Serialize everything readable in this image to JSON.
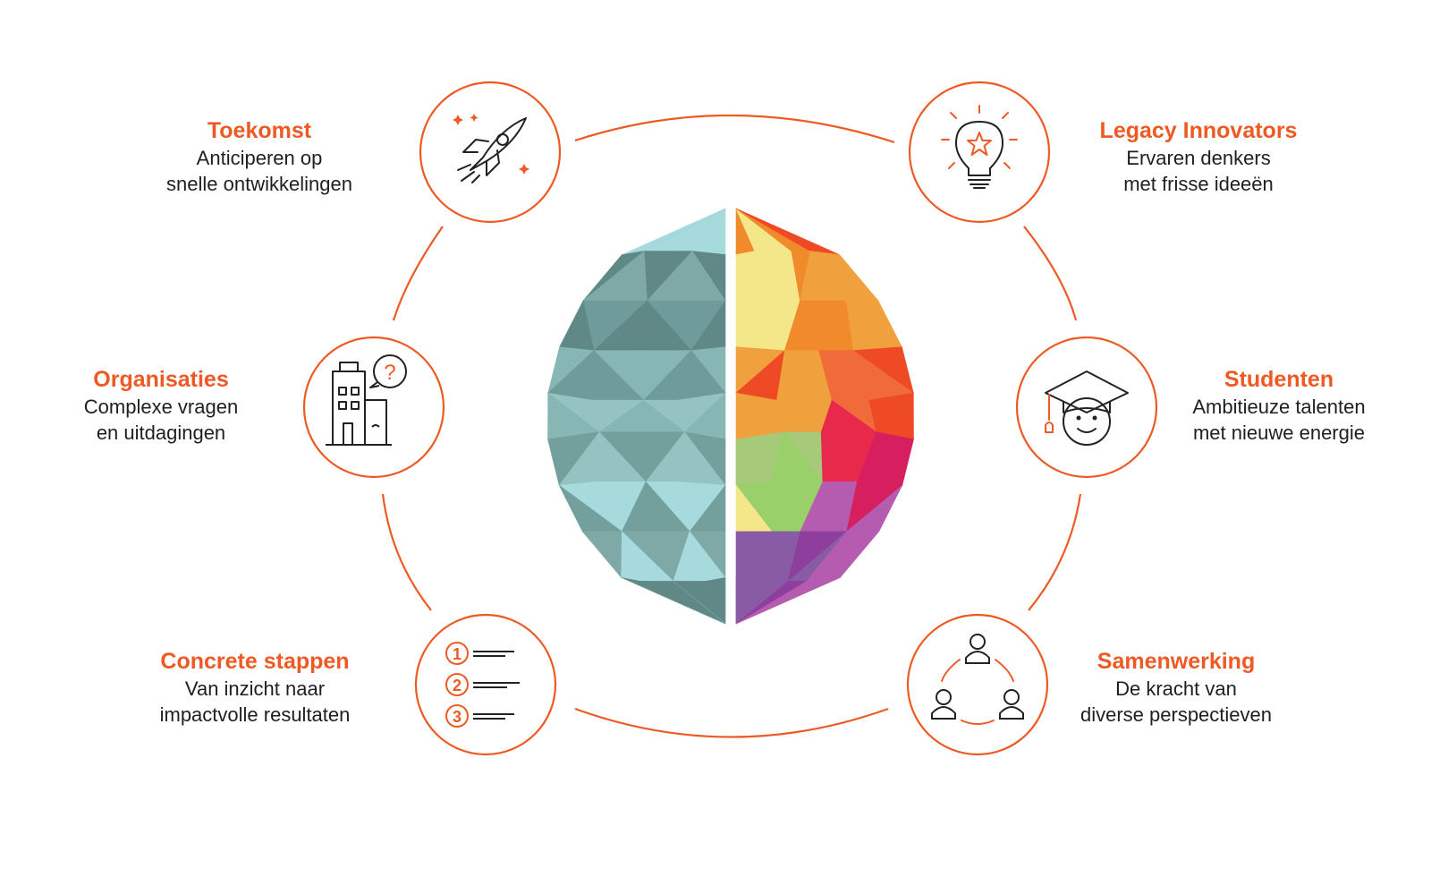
{
  "colors": {
    "accent": "#ee5a24",
    "text": "#1f1f1f",
    "icon_stroke": "#222222"
  },
  "items": [
    {
      "id": "toekomst",
      "title": "Toekomst",
      "lines": [
        "Anticiperen op",
        "snelle ontwikkelingen"
      ],
      "icon": "rocket-icon"
    },
    {
      "id": "legacy-innovators",
      "title": "Legacy Innovators",
      "lines": [
        "Ervaren denkers",
        "met frisse ideeën"
      ],
      "icon": "lightbulb-star-icon"
    },
    {
      "id": "organisaties",
      "title": "Organisaties",
      "lines": [
        "Complexe vragen",
        "en uitdagingen"
      ],
      "icon": "buildings-question-icon"
    },
    {
      "id": "studenten",
      "title": "Studenten",
      "lines": [
        "Ambitieuze talenten",
        "met nieuwe energie"
      ],
      "icon": "graduate-cap-icon"
    },
    {
      "id": "concrete-stappen",
      "title": "Concrete stappen",
      "lines": [
        "Van inzicht naar",
        "impactvolle resultaten"
      ],
      "icon": "numbered-list-icon"
    },
    {
      "id": "samenwerking",
      "title": "Samenwerking",
      "lines": [
        "De kracht van",
        "diverse perspectieven"
      ],
      "icon": "team-cycle-icon"
    }
  ],
  "list_numbers": [
    "1",
    "2",
    "3"
  ],
  "question_mark": "?",
  "center_icon": "brain-icon"
}
